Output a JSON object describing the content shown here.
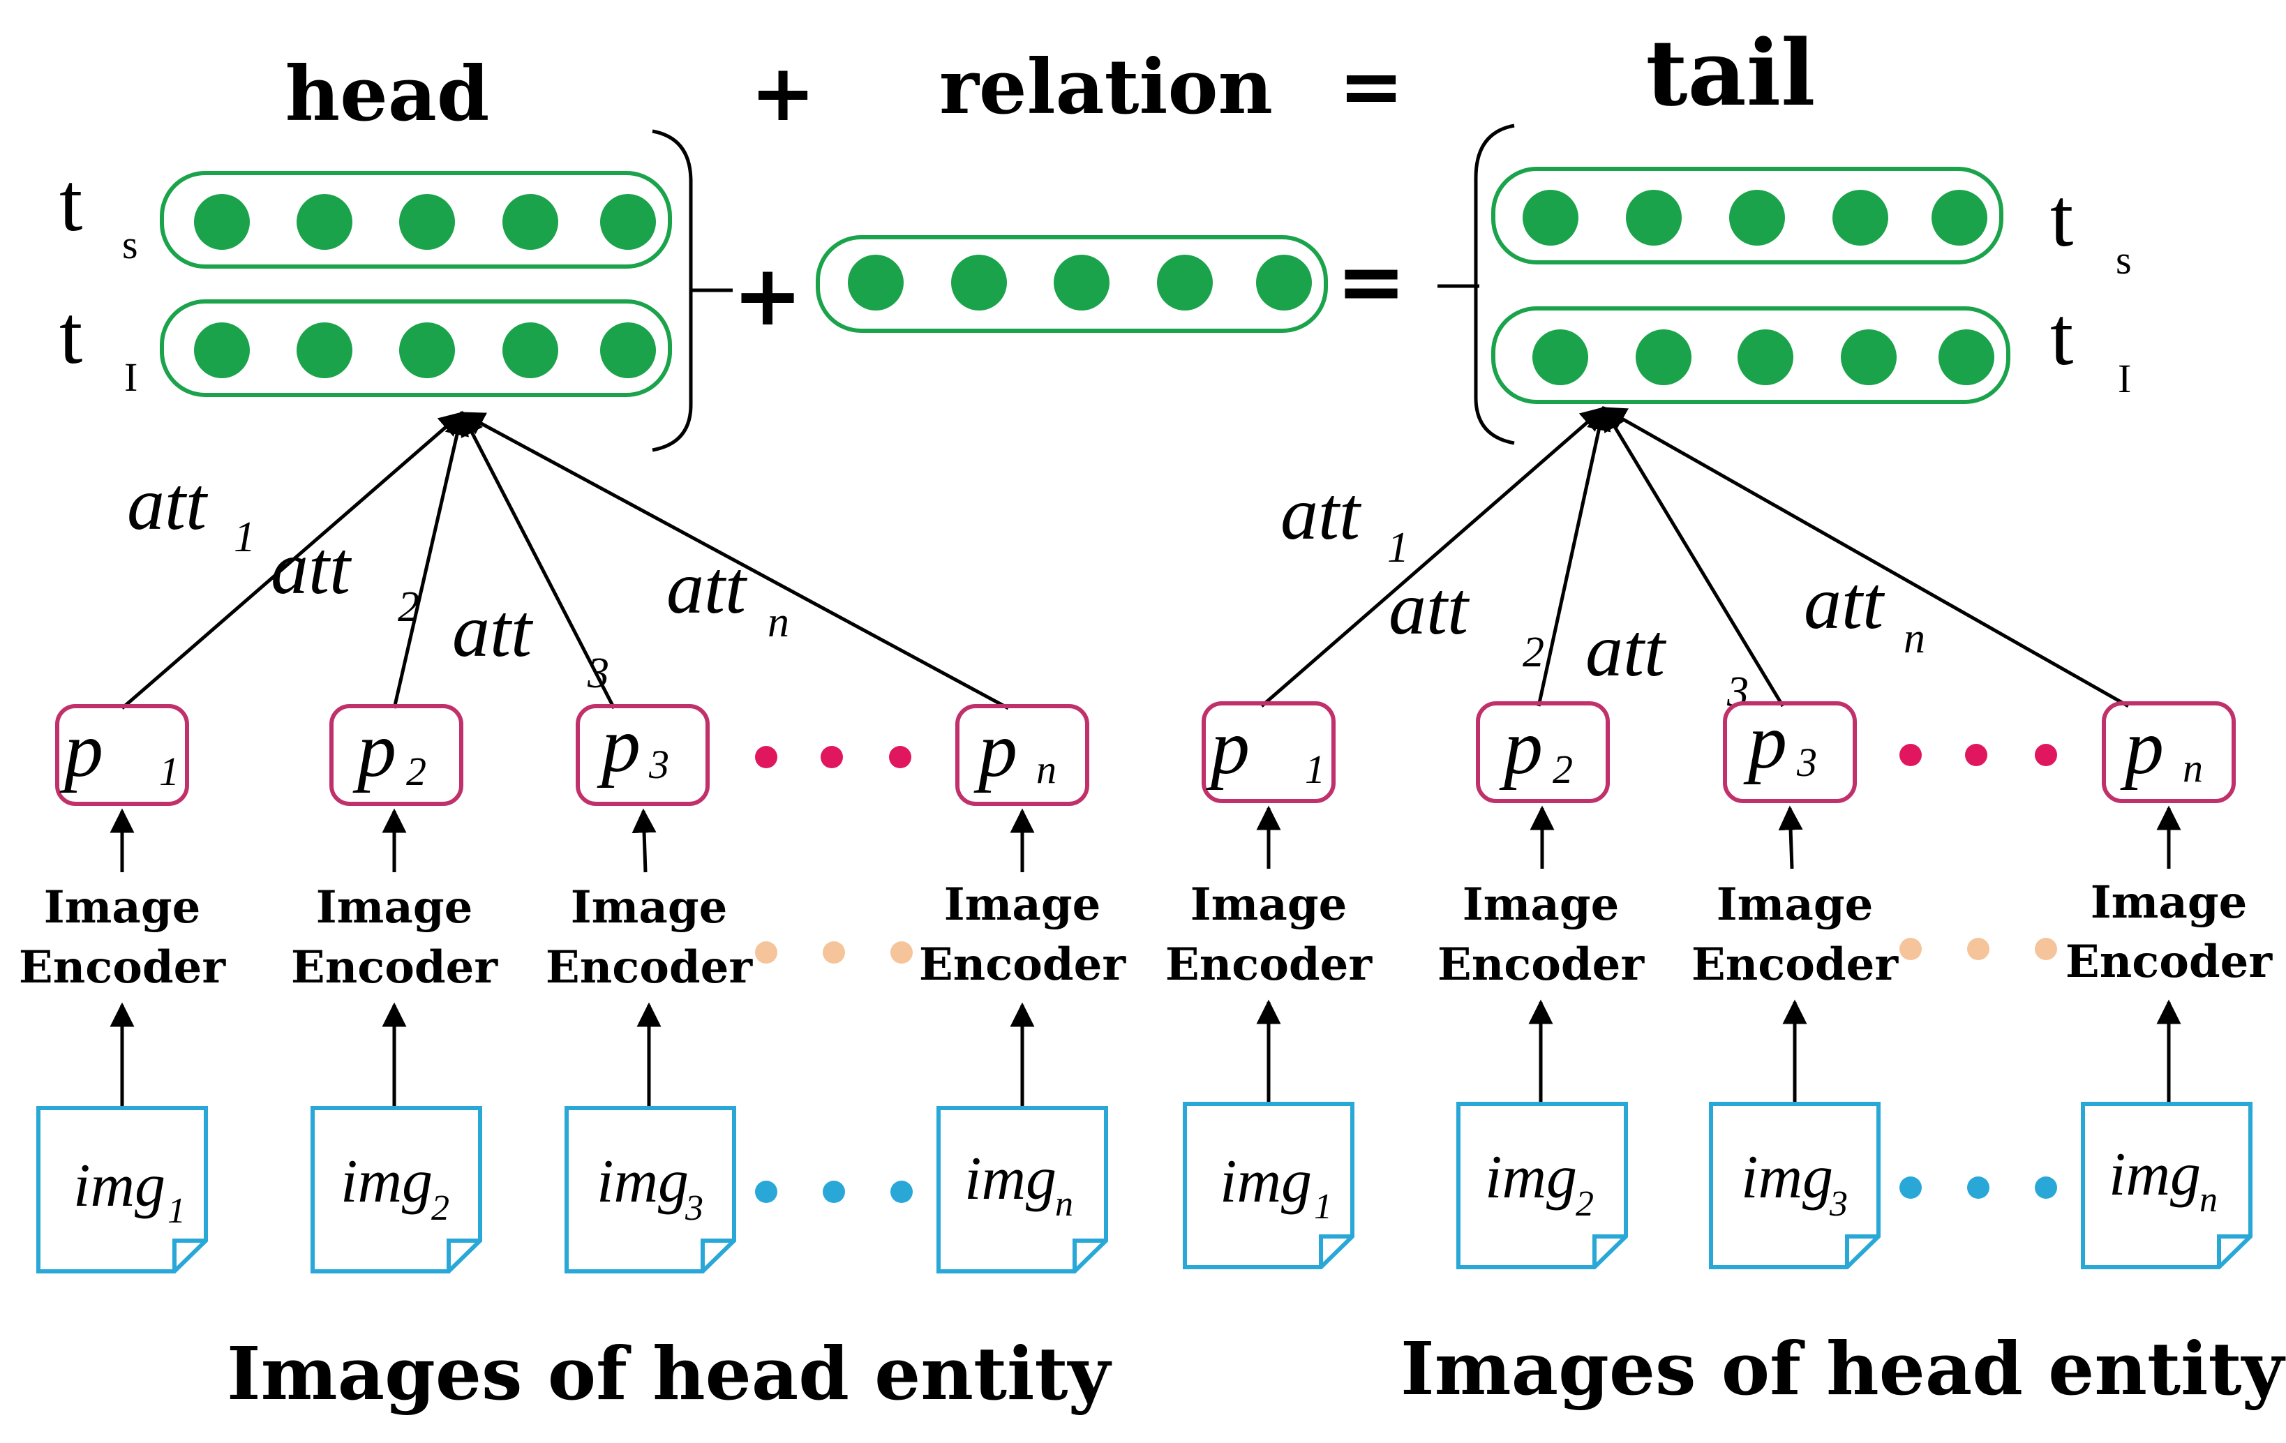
{
  "titles": {
    "head": "head",
    "plus": "+",
    "relation": "relation",
    "equals": "=",
    "tail": "tail"
  },
  "operators": {
    "plus": "+",
    "equals": "="
  },
  "embedding_labels": {
    "t": "t",
    "s": "s",
    "I": "I"
  },
  "colors": {
    "embedding_dot": "#1aa34a",
    "embedding_border": "#1aa34a",
    "patch_border": "#c0306a",
    "patch_dot": "#e0175e",
    "encoder_dot": "#f5c49a",
    "image_border": "#29a8d8",
    "image_dot": "#29a8d8"
  },
  "left": {
    "att_labels": {
      "a1": "att",
      "a1_sub": "1",
      "a2": "att",
      "a2_sub": "2",
      "a3": "att",
      "a3_sub": "3",
      "an": "att",
      "an_sub": "n"
    },
    "patches": [
      {
        "var": "p",
        "sub": "1"
      },
      {
        "var": "p",
        "sub": "2"
      },
      {
        "var": "p",
        "sub": "3"
      },
      {
        "var": "p",
        "sub": "n"
      }
    ],
    "encoders": [
      {
        "line1": "Image",
        "line2": "Encoder"
      },
      {
        "line1": "Image",
        "line2": "Encoder"
      },
      {
        "line1": "Image",
        "line2": "Encoder"
      },
      {
        "line1": "Image",
        "line2": "Encoder"
      }
    ],
    "images": [
      {
        "name": "img",
        "sub": "1"
      },
      {
        "name": "img",
        "sub": "2"
      },
      {
        "name": "img",
        "sub": "3"
      },
      {
        "name": "img",
        "sub": "n"
      }
    ],
    "caption": "Images of head entity"
  },
  "right": {
    "att_labels": {
      "a1": "att",
      "a1_sub": "1",
      "a2": "att",
      "a2_sub": "2",
      "a3": "att",
      "a3_sub": "3",
      "an": "att",
      "an_sub": "n"
    },
    "patches": [
      {
        "var": "p",
        "sub": "1"
      },
      {
        "var": "p",
        "sub": "2"
      },
      {
        "var": "p",
        "sub": "3"
      },
      {
        "var": "p",
        "sub": "n"
      }
    ],
    "encoders": [
      {
        "line1": "Image",
        "line2": "Encoder"
      },
      {
        "line1": "Image",
        "line2": "Encoder"
      },
      {
        "line1": "Image",
        "line2": "Encoder"
      },
      {
        "line1": "Image",
        "line2": "Encoder"
      }
    ],
    "images": [
      {
        "name": "img",
        "sub": "1"
      },
      {
        "name": "img",
        "sub": "2"
      },
      {
        "name": "img",
        "sub": "3"
      },
      {
        "name": "img",
        "sub": "n"
      }
    ],
    "caption": "Images of head entity"
  }
}
